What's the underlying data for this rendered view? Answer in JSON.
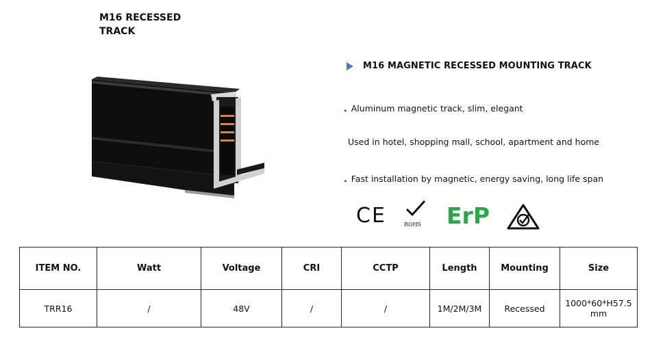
{
  "product": {
    "title_line1": "M16 RECESSED",
    "title_line2": "TRACK"
  },
  "description": {
    "heading": "M16 MAGNETIC  RECESSED MOUNTING TRACK",
    "bullet": ".",
    "features": [
      "Aluminum magnetic track, slim, elegant",
      "Used in hotel, shopping mall, school, apartment and home",
      "Fast installation by magnetic, energy saving, long life span"
    ]
  },
  "certifications": {
    "ce": "CE",
    "rohs": "ROHS",
    "erp": "ErP",
    "rcm_icon": "rcm-triangle-check-icon",
    "colors": {
      "erp": "#2ba84a",
      "accent": "#4a7ab8"
    }
  },
  "table": {
    "headers": [
      "ITEM NO.",
      "Watt",
      "Voltage",
      "CRI",
      "CCTP",
      "Length",
      "Mounting",
      "Size"
    ],
    "rows": [
      [
        "TRR16",
        "/",
        "48V",
        "/",
        "/",
        "1M/2M/3M",
        "Recessed",
        "1000*60*H57.5 mm"
      ]
    ]
  }
}
